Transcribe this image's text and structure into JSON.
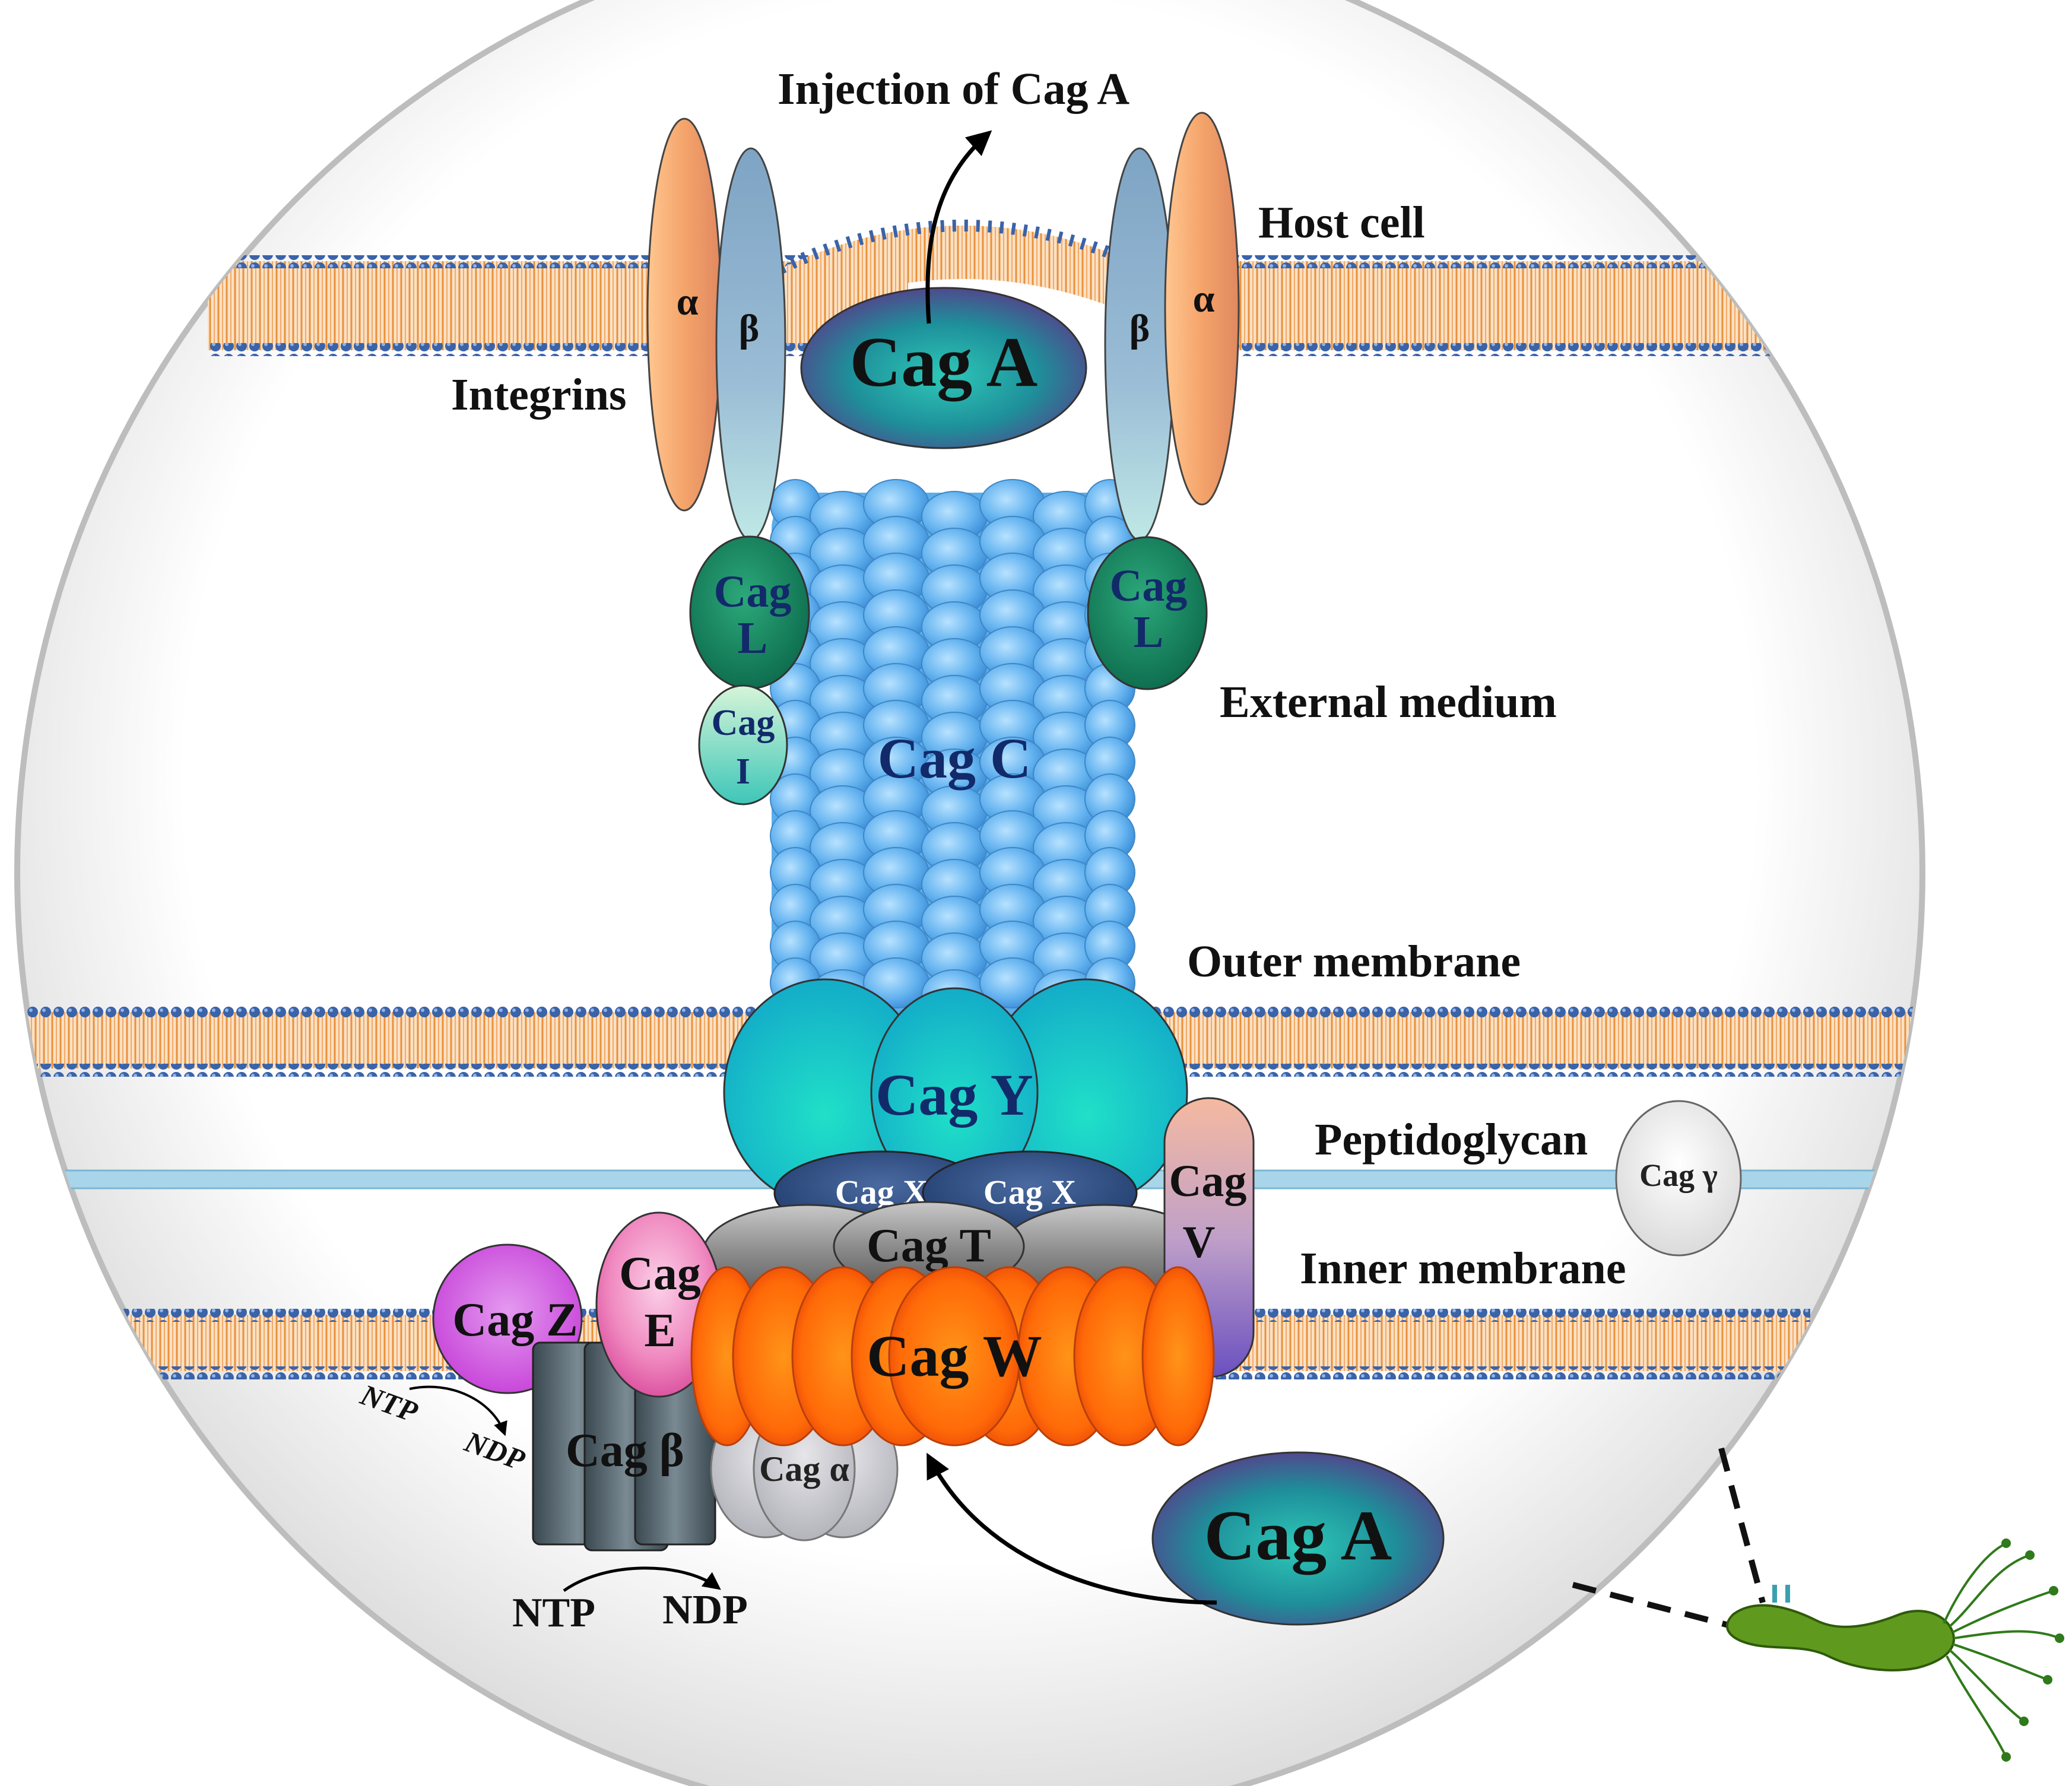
{
  "labels": {
    "injection": "Injection of Cag A",
    "host_cell": "Host cell",
    "integrins": "Integrins",
    "external_medium": "External medium",
    "outer_membrane": "Outer membrane",
    "peptidoglycan": "Peptidoglycan",
    "inner_membrane": "Inner membrane"
  },
  "proteins": {
    "cag_a_top": "Cag A",
    "cag_a_bottom": "Cag A",
    "alpha_left": "α",
    "beta_left": "β",
    "beta_right": "β",
    "alpha_right": "α",
    "cag_l_left_1": "Cag",
    "cag_l_left_2": "L",
    "cag_l_right_1": "Cag",
    "cag_l_right_2": "L",
    "cag_i_1": "Cag",
    "cag_i_2": "I",
    "cag_c": "Cag C",
    "cag_y": "Cag Y",
    "cag_x_left": "Cag X",
    "cag_x_right": "Cag X",
    "cag_t": "Cag T",
    "cag_v_1": "Cag",
    "cag_v_2": "V",
    "cag_gamma": "Cag γ",
    "cag_e_1": "Cag",
    "cag_e_2": "E",
    "cag_z": "Cag Z",
    "cag_w": "Cag W",
    "cag_beta": "Cag β",
    "cag_alpha": "Cag α"
  },
  "nucleotides": {
    "ntp_small": "NTP",
    "ndp_small": "NDP",
    "ntp": "NTP",
    "ndp": "NDP"
  },
  "colors": {
    "integrin_alpha": "#f4a46a",
    "integrin_beta": "#8fb2cf",
    "cag_a": "#2aa6a0",
    "cag_l": "#15825c",
    "cag_c": "#5aaeea",
    "cag_y": "#1fd0c0",
    "cag_x": "#2f4f85",
    "cag_t": "#8c8c8c",
    "cag_w": "#ff6a10",
    "cag_z": "#d95ae0",
    "cag_e": "#ea5fa8",
    "cag_v": "#8a6ac8",
    "membrane_tail": "#e9964a",
    "membrane_head": "#3a63a8",
    "peptidoglycan": "#a9d5ea"
  }
}
